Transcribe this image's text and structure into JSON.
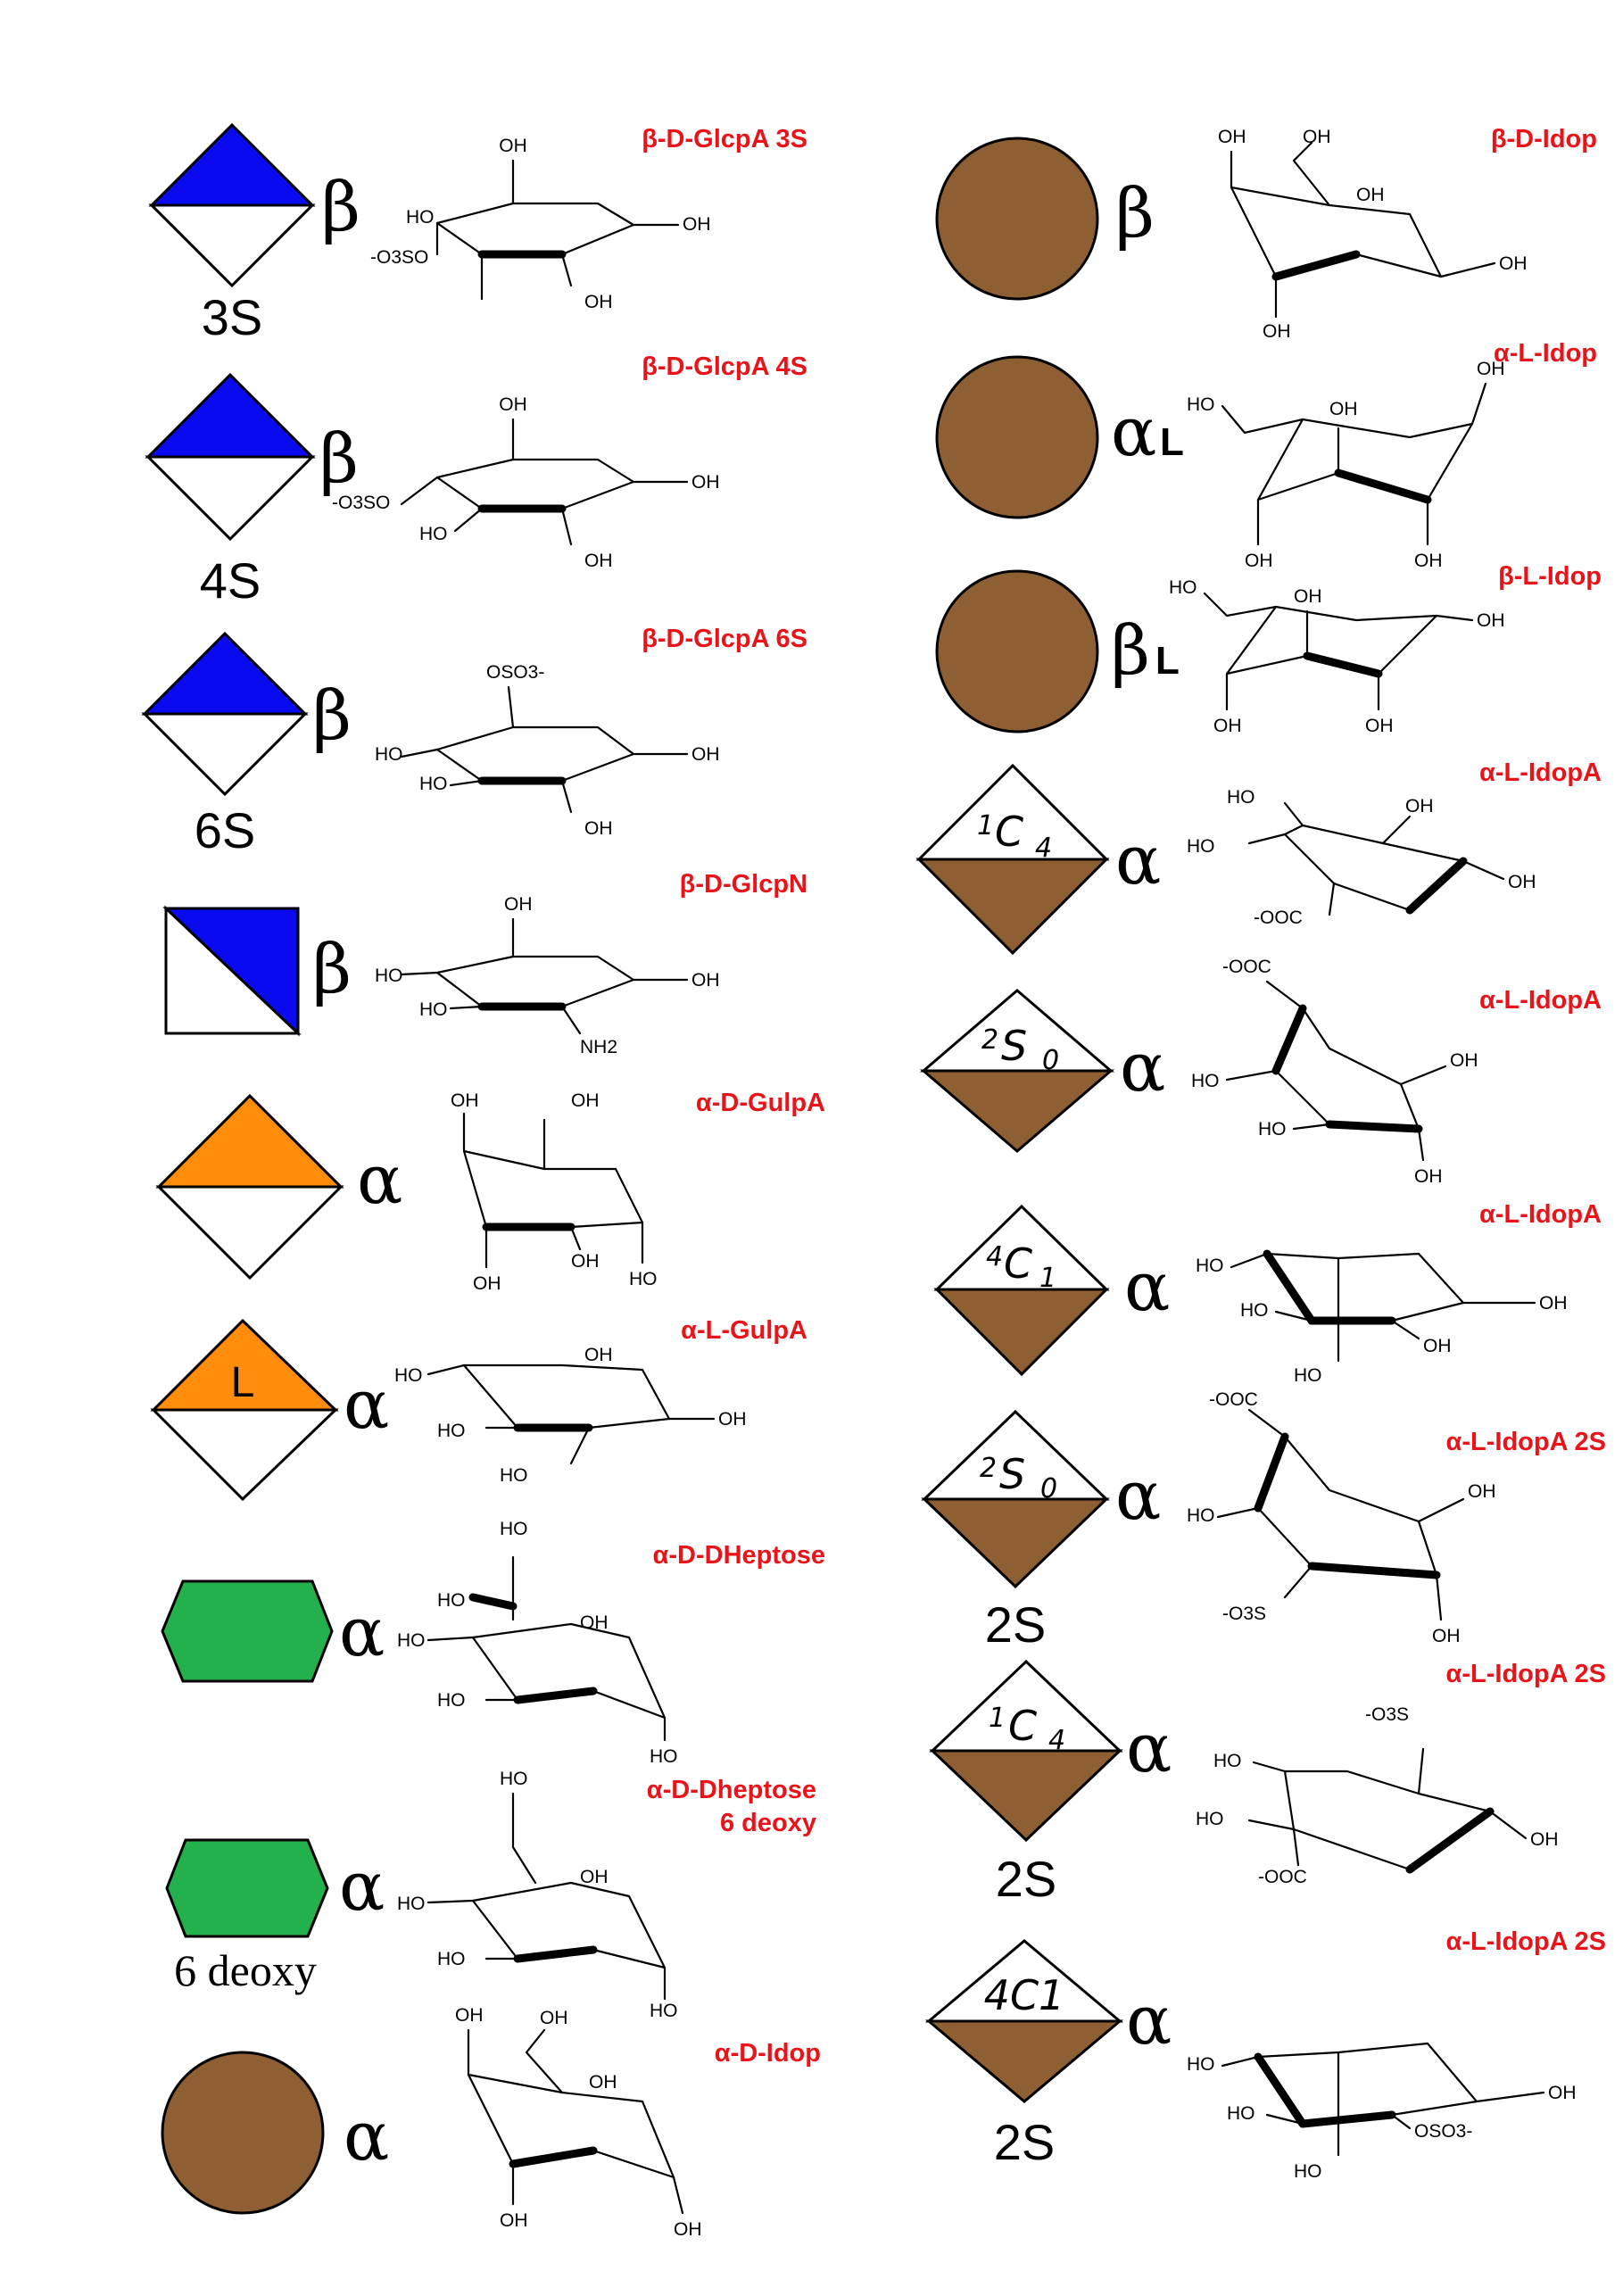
{
  "colors": {
    "blue": "#0a0af0",
    "orange": "#ff8c0a",
    "green": "#22b14c",
    "brown": "#8f5f34",
    "title_red": "#e8141a"
  },
  "left": [
    {
      "title": "β-D-GlcpA 3S",
      "anomer": "β",
      "sublabel": "3S",
      "symbol": "diamond-blue-top",
      "groups": {
        "cooh": "OH",
        "ho4": "HO",
        "so3": "-O3SO",
        "oh1": "OH",
        "oh2": "OH"
      }
    },
    {
      "title": "β-D-GlcpA 4S",
      "anomer": "β",
      "sublabel": "4S",
      "symbol": "diamond-blue-top",
      "groups": {
        "cooh": "OH",
        "so3": "-O3SO",
        "ho3": "HO",
        "oh1": "OH",
        "oh2": "OH"
      }
    },
    {
      "title": "β-D-GlcpA 6S",
      "anomer": "β",
      "sublabel": "6S",
      "symbol": "diamond-blue-top",
      "groups": {
        "oso3": "OSO3-",
        "ho4": "HO",
        "ho3": "HO",
        "oh1": "OH",
        "oh2": "OH"
      }
    },
    {
      "title": "β-D-GlcpN",
      "anomer": "β",
      "symbol": "square-blue-diagonal",
      "groups": {
        "oh6": "OH",
        "ho4": "HO",
        "ho3": "HO",
        "nh2": "NH2",
        "oh1": "OH"
      }
    },
    {
      "title": "α-D-GulpA",
      "anomer": "α",
      "symbol": "diamond-orange-top",
      "groups": {
        "oh4": "OH",
        "cooh": "OH",
        "oh3": "OH",
        "oh2": "OH",
        "ho1": "HO"
      }
    },
    {
      "title": "α-L-GulpA",
      "anomer": "α",
      "symbol": "diamond-orange-top-L",
      "inner": "L",
      "groups": {
        "ho4": "HO",
        "ho3": "HO",
        "oh": "OH",
        "oh1": "OH",
        "cooh": "HO"
      }
    },
    {
      "title": "α-D-DHeptose",
      "anomer": "α",
      "symbol": "hexagon-green",
      "groups": {
        "oh7": "HO",
        "ho6": "HO",
        "oh2": "OH",
        "ho4": "HO",
        "ho3": "HO",
        "oh1": "HO"
      }
    },
    {
      "title": "α-D-Dheptose",
      "title2": "6 deoxy",
      "anomer": "α",
      "sublabel": "6 deoxy",
      "symbol": "hexagon-green",
      "groups": {
        "oh7": "HO",
        "oh2": "OH",
        "ho4": "HO",
        "ho3": "HO",
        "oh1": "HO"
      }
    },
    {
      "title": "α-D-Idop",
      "anomer": "α",
      "symbol": "circle-brown",
      "groups": {
        "oh4": "OH",
        "oh6": "OH",
        "oh2": "OH",
        "oh3": "OH",
        "oh1": "OH"
      }
    }
  ],
  "right": [
    {
      "title": "β-D-Idop",
      "anomer": "β",
      "symbol": "circle-brown",
      "groups": {
        "oh4": "OH",
        "oh6": "OH",
        "oh2": "OH",
        "oh3": "OH",
        "oh1": "OH"
      }
    },
    {
      "title": "α-L-Idop",
      "anomer": "α",
      "anomer_sub": "L",
      "symbol": "circle-brown",
      "groups": {
        "ho6": "HO",
        "oh4": "OH",
        "oh1": "OH",
        "oh3": "OH",
        "oh2": "OH"
      }
    },
    {
      "title": "β-L-Idop",
      "anomer": "β",
      "anomer_sub": "L",
      "symbol": "circle-brown",
      "groups": {
        "ho6": "HO",
        "oh4": "OH",
        "oh1": "OH",
        "oh3": "OH",
        "oh2": "OH"
      }
    },
    {
      "title": "α-L-IdopA",
      "anomer": "α",
      "symbol": "diamond-brown-bottom",
      "conformation": "1C4",
      "conf_parts": [
        "1",
        "C",
        "4"
      ],
      "groups": {
        "ho3": "HO",
        "oh2": "OH",
        "ho4": "HO",
        "coo": "-OOC",
        "oh1": "OH"
      }
    },
    {
      "title": "α-L-IdopA",
      "anomer": "α",
      "symbol": "diamond-brown-bottom",
      "conformation": "2S0",
      "conf_parts": [
        "2",
        "S",
        "0"
      ],
      "groups": {
        "coo": "-OOC",
        "oh2": "OH",
        "ho4": "HO",
        "ho3": "HO",
        "oh1": "OH"
      }
    },
    {
      "title": "α-L-IdopA",
      "anomer": "α",
      "symbol": "diamond-brown-bottom",
      "conformation": "4C1",
      "conf_parts": [
        "4",
        "C",
        "1"
      ],
      "groups": {
        "ho4": "HO",
        "ho3": "HO",
        "oh2": "OH",
        "oh1": "OH",
        "cooh": "HO"
      }
    },
    {
      "title": "α-L-IdopA 2S",
      "anomer": "α",
      "sublabel": "2S",
      "symbol": "diamond-brown-bottom",
      "conformation": "2S0",
      "conf_parts": [
        "2",
        "S",
        "0"
      ],
      "groups": {
        "coo": "-OOC",
        "oh1": "OH",
        "ho4": "HO",
        "so3": "-O3S",
        "oh2": "OH"
      }
    },
    {
      "title": "α-L-IdopA 2S",
      "anomer": "α",
      "sublabel": "2S",
      "symbol": "diamond-brown-bottom",
      "conformation": "1C4",
      "conf_parts": [
        "1",
        "C",
        "4"
      ],
      "groups": {
        "so3": "-O3S",
        "ho3": "HO",
        "ho4": "HO",
        "coo": "-OOC",
        "oh1": "OH"
      }
    },
    {
      "title": "α-L-IdopA 2S",
      "anomer": "α",
      "sublabel": "2S",
      "symbol": "diamond-brown-bottom",
      "conformation": "4C1",
      "conf_parts": [
        "4C1"
      ],
      "groups": {
        "ho4": "HO",
        "ho3": "HO",
        "oh1": "OH",
        "oso3": "OSO3-",
        "cooh": "HO"
      }
    }
  ]
}
